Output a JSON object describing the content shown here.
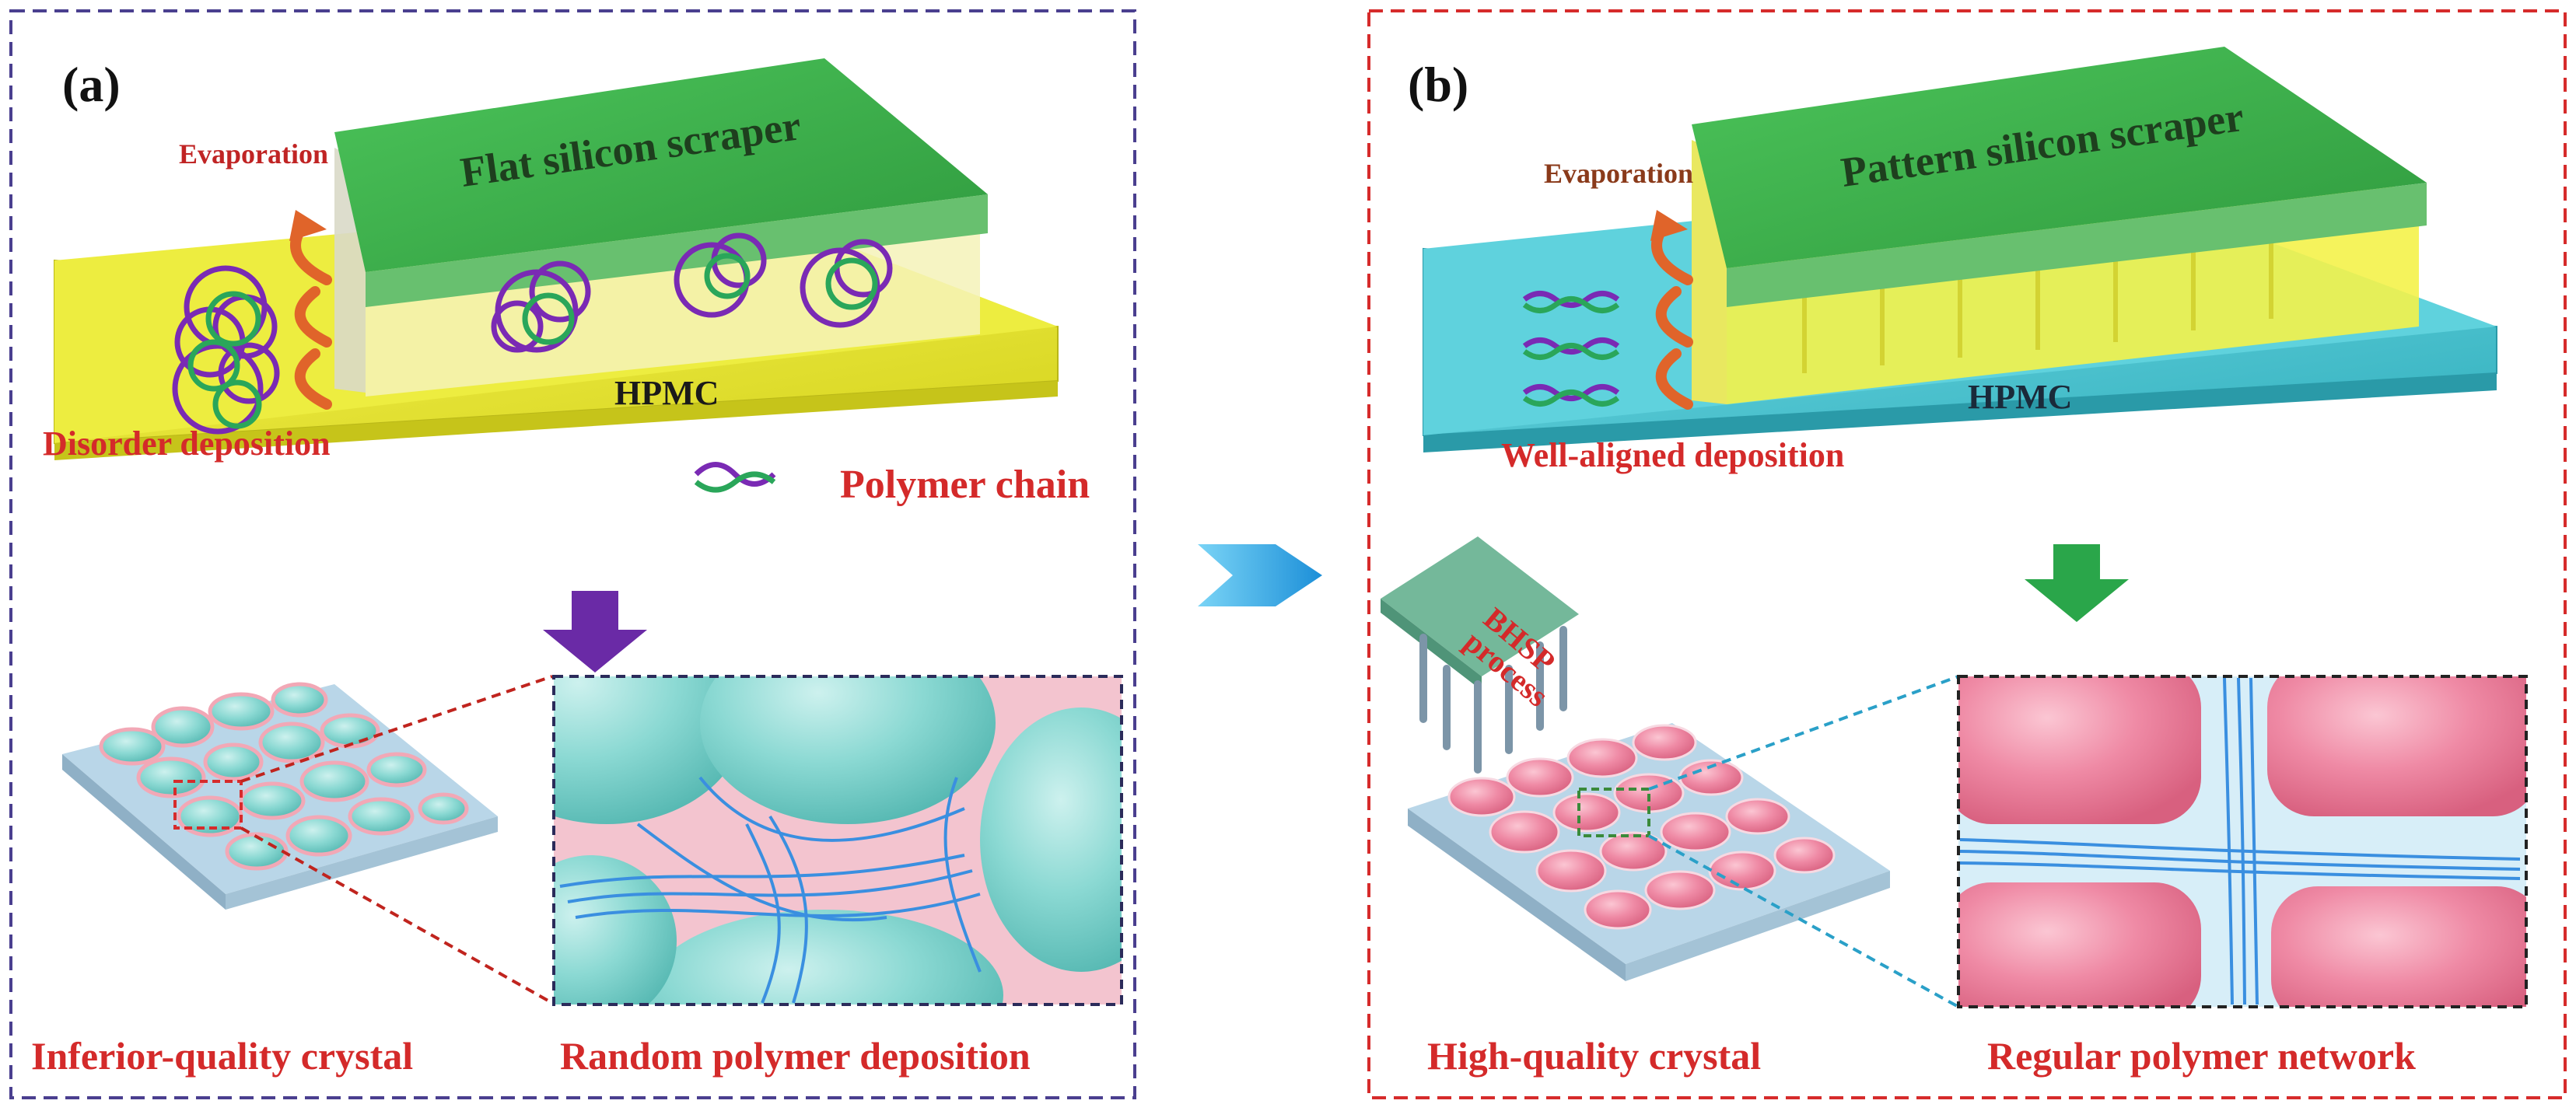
{
  "panel_a": {
    "label": "(a)",
    "scraper_label": "Flat silicon scraper",
    "evaporation": "Evaporation",
    "substrate_label": "HPMC",
    "deposition_label": "Disorder deposition",
    "legend_label": "Polymer chain",
    "crystal_caption": "Inferior-quality crystal",
    "zoom_caption": "Random polymer deposition"
  },
  "panel_b": {
    "label": "(b)",
    "scraper_label": "Pattern silicon scraper",
    "evaporation": "Evaporation",
    "substrate_label": "HPMC",
    "deposition_label": "Well-aligned deposition",
    "process_label_line1": "BHSP",
    "process_label_line2": "process",
    "crystal_caption": "High-quality crystal",
    "zoom_caption": "Regular polymer network"
  },
  "colors": {
    "panel_a_border": "#4a3f8f",
    "panel_b_border": "#d62b2b",
    "scraper_green": "#3fae4a",
    "substrate_yellow": "#e8e62a",
    "substrate_cyan": "#4ec9d6",
    "crystal_teal": "#7fd3cd",
    "crystal_pink": "#ee7f9c",
    "label_red": "#d42a2a",
    "arrow_purple": "#6a2aa6",
    "arrow_green": "#2aa64a",
    "arrow_blue": "#2aa8e8"
  }
}
